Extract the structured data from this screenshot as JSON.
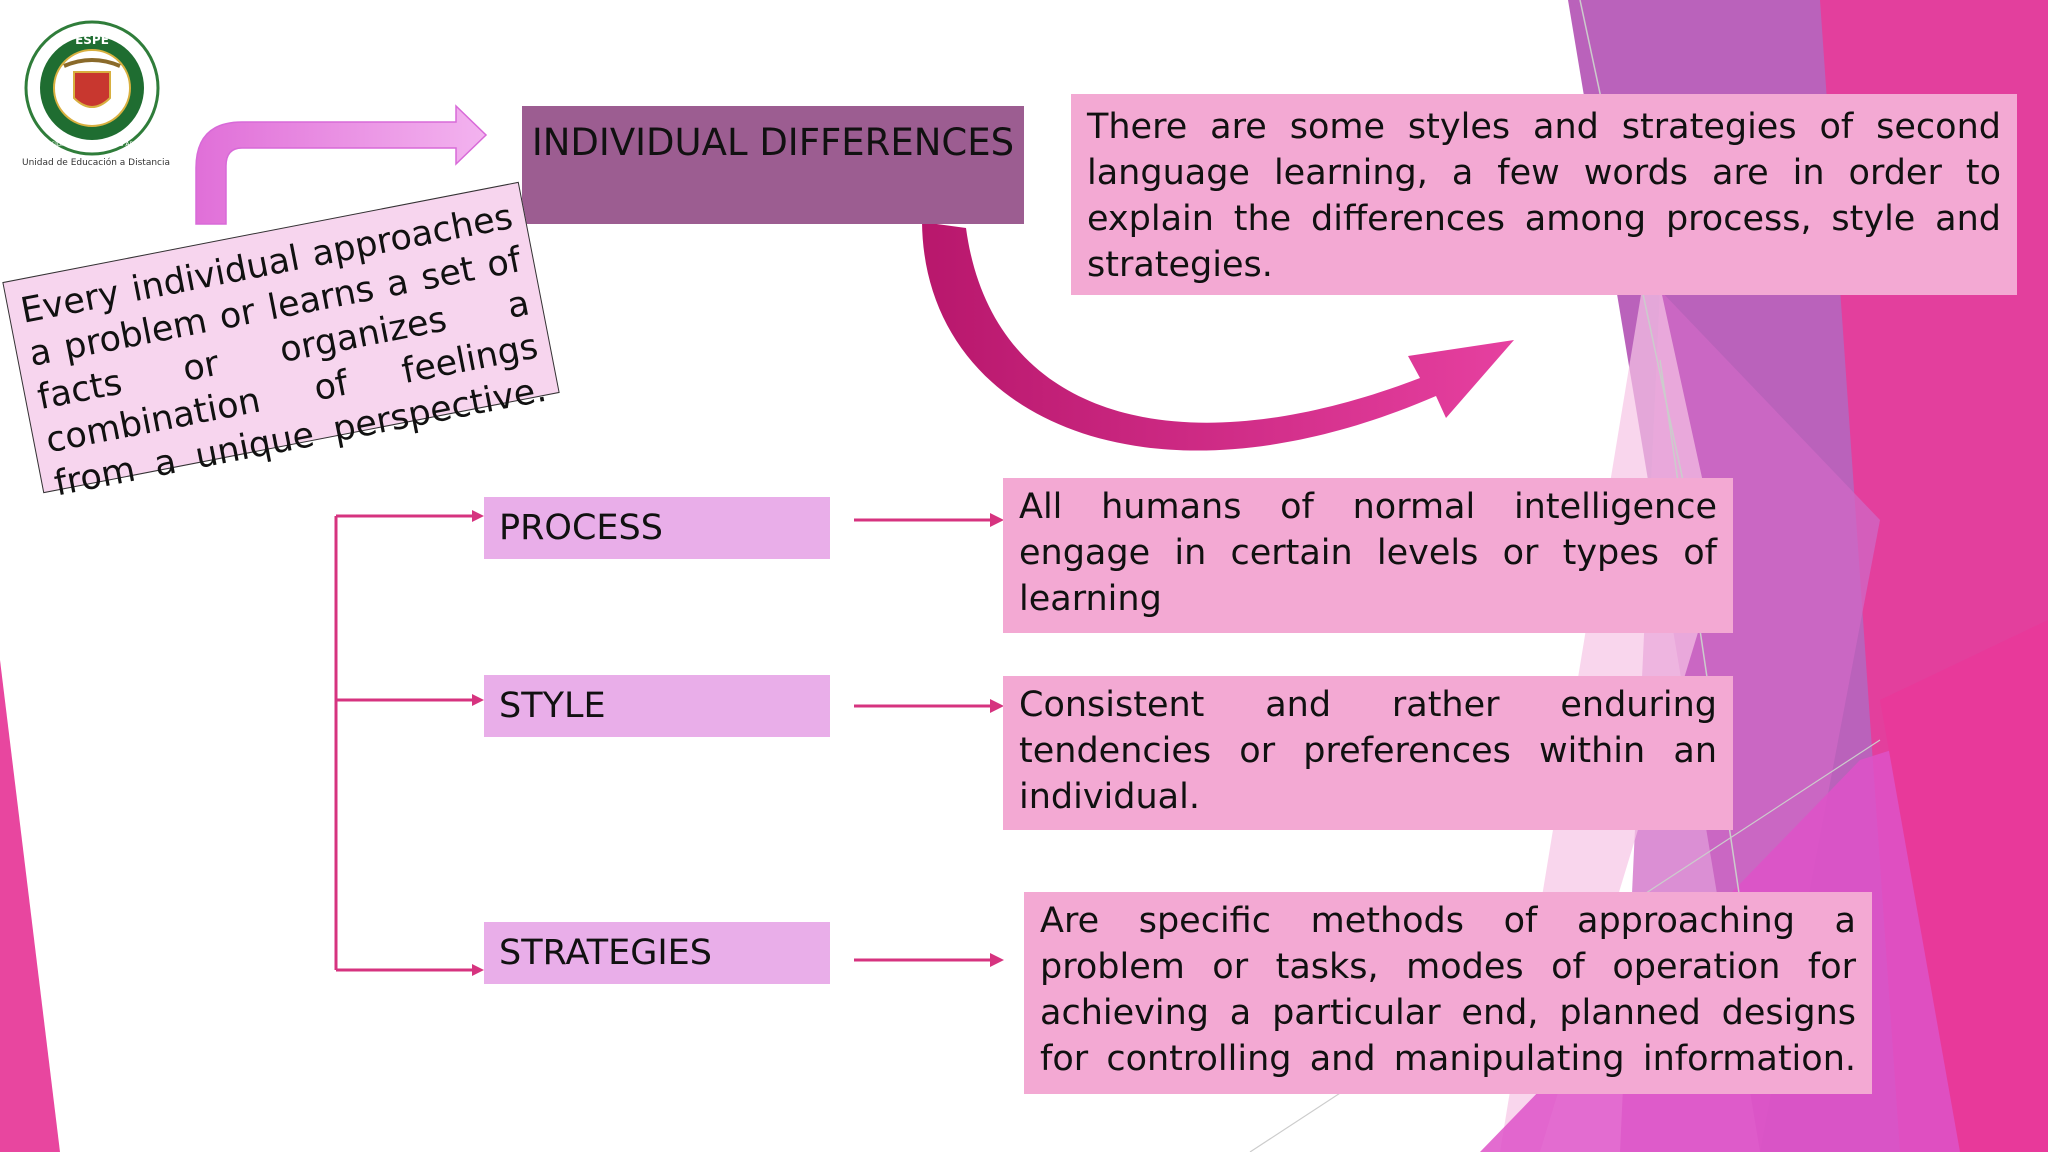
{
  "logo": {
    "name": "ESPE",
    "motto": "ESPE",
    "ring_text": "UNIVERSIDAD DE LAS FUERZAS ARMADAS",
    "caption": "Unidad de Educación a Distancia"
  },
  "title": "INDIVIDUAL DIFFERENCES",
  "intro_note": "Every individual approaches a problem or learns a set of facts or organizes a combination of feelings from a unique perspective.",
  "overview_note": "There are some styles and strategies of second language learning, a few words are in order to explain the differences among process, style and strategies.",
  "concepts": [
    {
      "label": "PROCESS",
      "description": "All humans of normal intelligence engage in certain levels or types of learning"
    },
    {
      "label": "STYLE",
      "description": "Consistent and rather enduring tendencies or preferences within an individual."
    },
    {
      "label": "STRATEGIES",
      "description": "Are specific methods of approaching a problem or tasks, modes of operation for achieving a particular end, planned designs for controlling and manipulating information."
    }
  ],
  "colors": {
    "title_box": "#9c5d91",
    "note_pink": "#f3a9d3",
    "label_lilac": "#e9aee9",
    "connector": "#d6337f",
    "curved_arrow": "#c41f78",
    "bent_arrow": "#e27be0"
  }
}
